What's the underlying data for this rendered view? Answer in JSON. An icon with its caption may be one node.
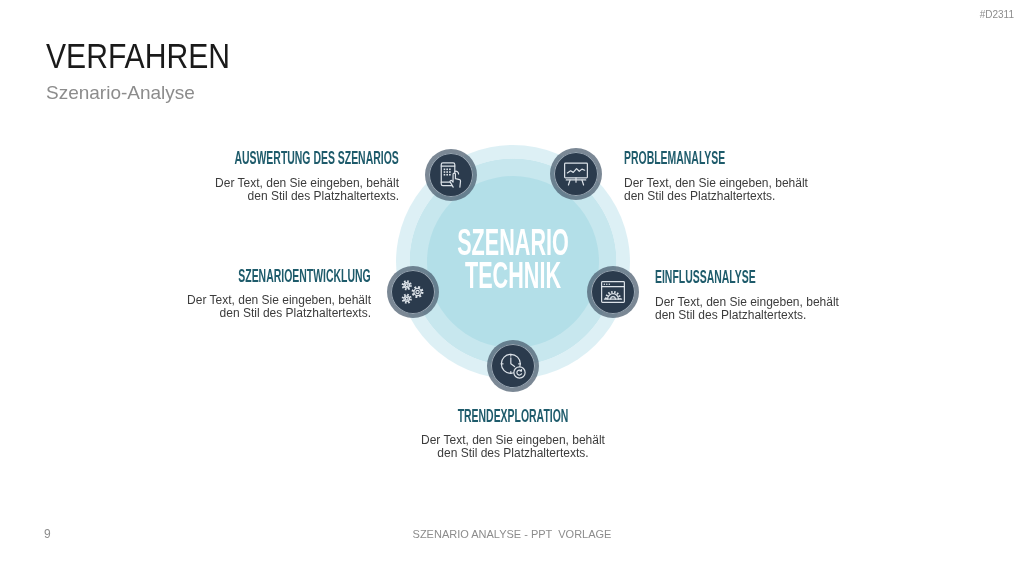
{
  "diagram": {
    "title": "VERFAHREN",
    "nodes": [
      {
        "text": [
          "SZENARIO TECHNIK"
        ]
      },
      {
        "text": [],
        "shape": "circle",
        "beside": [
          "AUSWERTUNG DES SZENARIOS",
          "Der Text, den Sie eingeben, behält den Stil des Platzhaltertexts."
        ]
      },
      {
        "text": [],
        "shape": "circle",
        "beside": [
          "PROBLEMANALYSE",
          "Der Text, den Sie eingeben, behält den Stil des Platzhaltertexts."
        ]
      },
      {
        "text": [],
        "shape": "circle",
        "beside": [
          "SZENARIOENTWICKLUNG",
          "Der Text, den Sie eingeben, behält den Stil des Platzhaltertexts."
        ]
      },
      {
        "text": [],
        "shape": "circle",
        "beside": [
          "EINFLUSSANALYSE",
          "Der Text, den Sie eingeben, behält den Stil des Platzhaltertexts."
        ]
      },
      {
        "text": [],
        "shape": "circle",
        "beside": [
          "TRENDEXPLORATION",
          "Der Text, den Sie eingeben, behält den Stil des Platzhaltertexts."
        ]
      }
    ],
    "labels": [
      "#D2311",
      "Szenario-Analyse",
      "9",
      "SZENARIO ANALYSE - PPT  VORLAGE"
    ]
  }
}
